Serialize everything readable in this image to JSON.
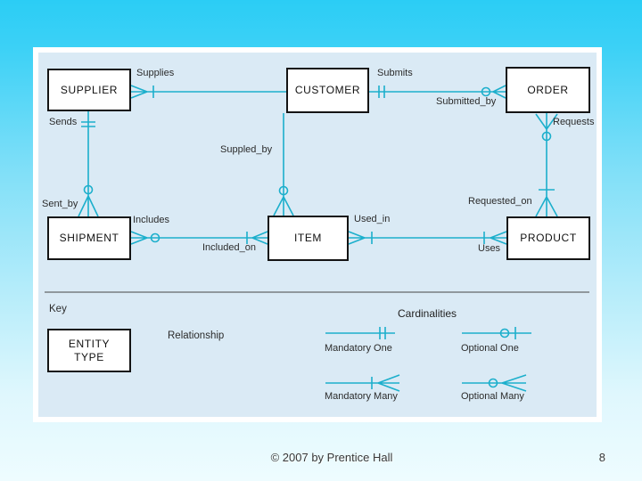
{
  "slide": {
    "footer_text": "© 2007 by Prentice Hall",
    "page_number": "8"
  },
  "diagram": {
    "entities": {
      "supplier": "SUPPLIER",
      "customer": "CUSTOMER",
      "order": "ORDER",
      "shipment": "SHIPMENT",
      "item": "ITEM",
      "product": "PRODUCT"
    },
    "relationship_labels": {
      "supplies": "Supplies",
      "submits": "Submits",
      "submitted_by": "Submitted_by",
      "sends": "Sends",
      "requests": "Requests",
      "supplied_by": "Suppled_by",
      "sent_by": "Sent_by",
      "includes": "Includes",
      "included_on": "Included_on",
      "used_in": "Used_in",
      "uses": "Uses",
      "requested_on": "Requested_on"
    }
  },
  "key": {
    "title": "Key",
    "entity_type_line1": "ENTITY",
    "entity_type_line2": "TYPE",
    "relationship_label": "Relationship",
    "cardinalities_title": "Cardinalities",
    "cardinality_labels": {
      "mandatory_one": "Mandatory One",
      "optional_one": "Optional One",
      "mandatory_many": "Mandatory Many",
      "optional_many": "Optional Many"
    }
  },
  "colors": {
    "connector_teal": "#1CAFCC",
    "panel_fill": "#DAEAF5",
    "panel_border": "#FFFFFF",
    "background_top": "#2BCDF5",
    "background_bottom": "#EEFCFF",
    "entity_border": "#141414",
    "label_text": "#2B2B2B"
  }
}
